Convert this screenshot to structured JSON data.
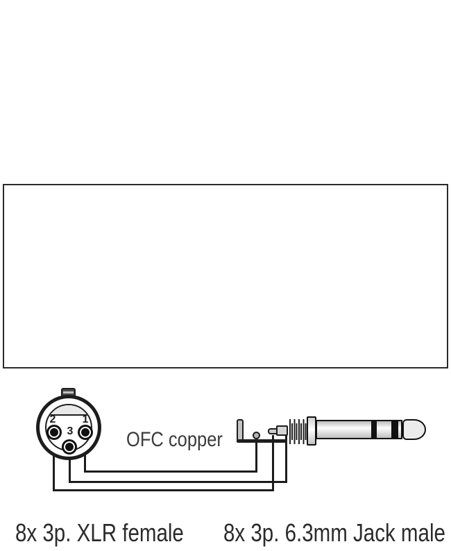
{
  "diagram": {
    "cable_label": "OFC copper",
    "left_caption": "8x 3p. XLR female",
    "right_caption": "8x 3p. 6.3mm Jack male",
    "xlr_pins": {
      "pin1": "1",
      "pin2": "2",
      "pin3": "3"
    },
    "colors": {
      "line": "#1c1c1c",
      "frame_border": "#2a2a2a",
      "keyway_fill": "#e9e9e9",
      "metal_fill": "#c4c4c4",
      "background": "#ffffff"
    }
  }
}
